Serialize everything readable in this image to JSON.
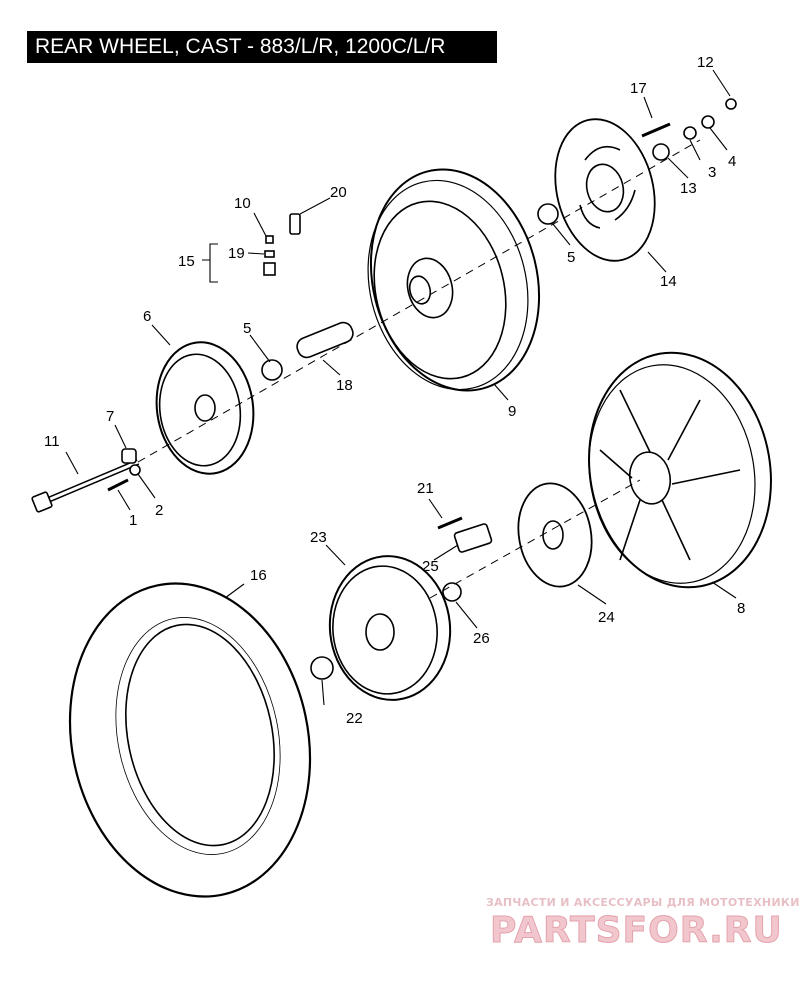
{
  "title": "REAR WHEEL, CAST - 883/L/R, 1200C/L/R",
  "callouts": {
    "n1": "1",
    "n2": "2",
    "n3": "3",
    "n4": "4",
    "n5a": "5",
    "n5b": "5",
    "n6": "6",
    "n7": "7",
    "n8": "8",
    "n9": "9",
    "n10": "10",
    "n11": "11",
    "n12": "12",
    "n13": "13",
    "n14": "14",
    "n15": "15",
    "n16": "16",
    "n17": "17",
    "n18": "18",
    "n19": "19",
    "n20": "20",
    "n21": "21",
    "n22": "22",
    "n23": "23",
    "n24": "24",
    "n25": "25",
    "n26": "26"
  },
  "watermark": {
    "tagline": "ЗАПЧАСТИ И АКСЕССУАРЫ ДЛЯ МОТОТЕХНИКИ",
    "brand": "PARTSFOR.RU"
  },
  "colors": {
    "ink": "#000000",
    "title_bg": "#000000",
    "title_fg": "#ffffff",
    "watermark": "#e4a3ad"
  }
}
